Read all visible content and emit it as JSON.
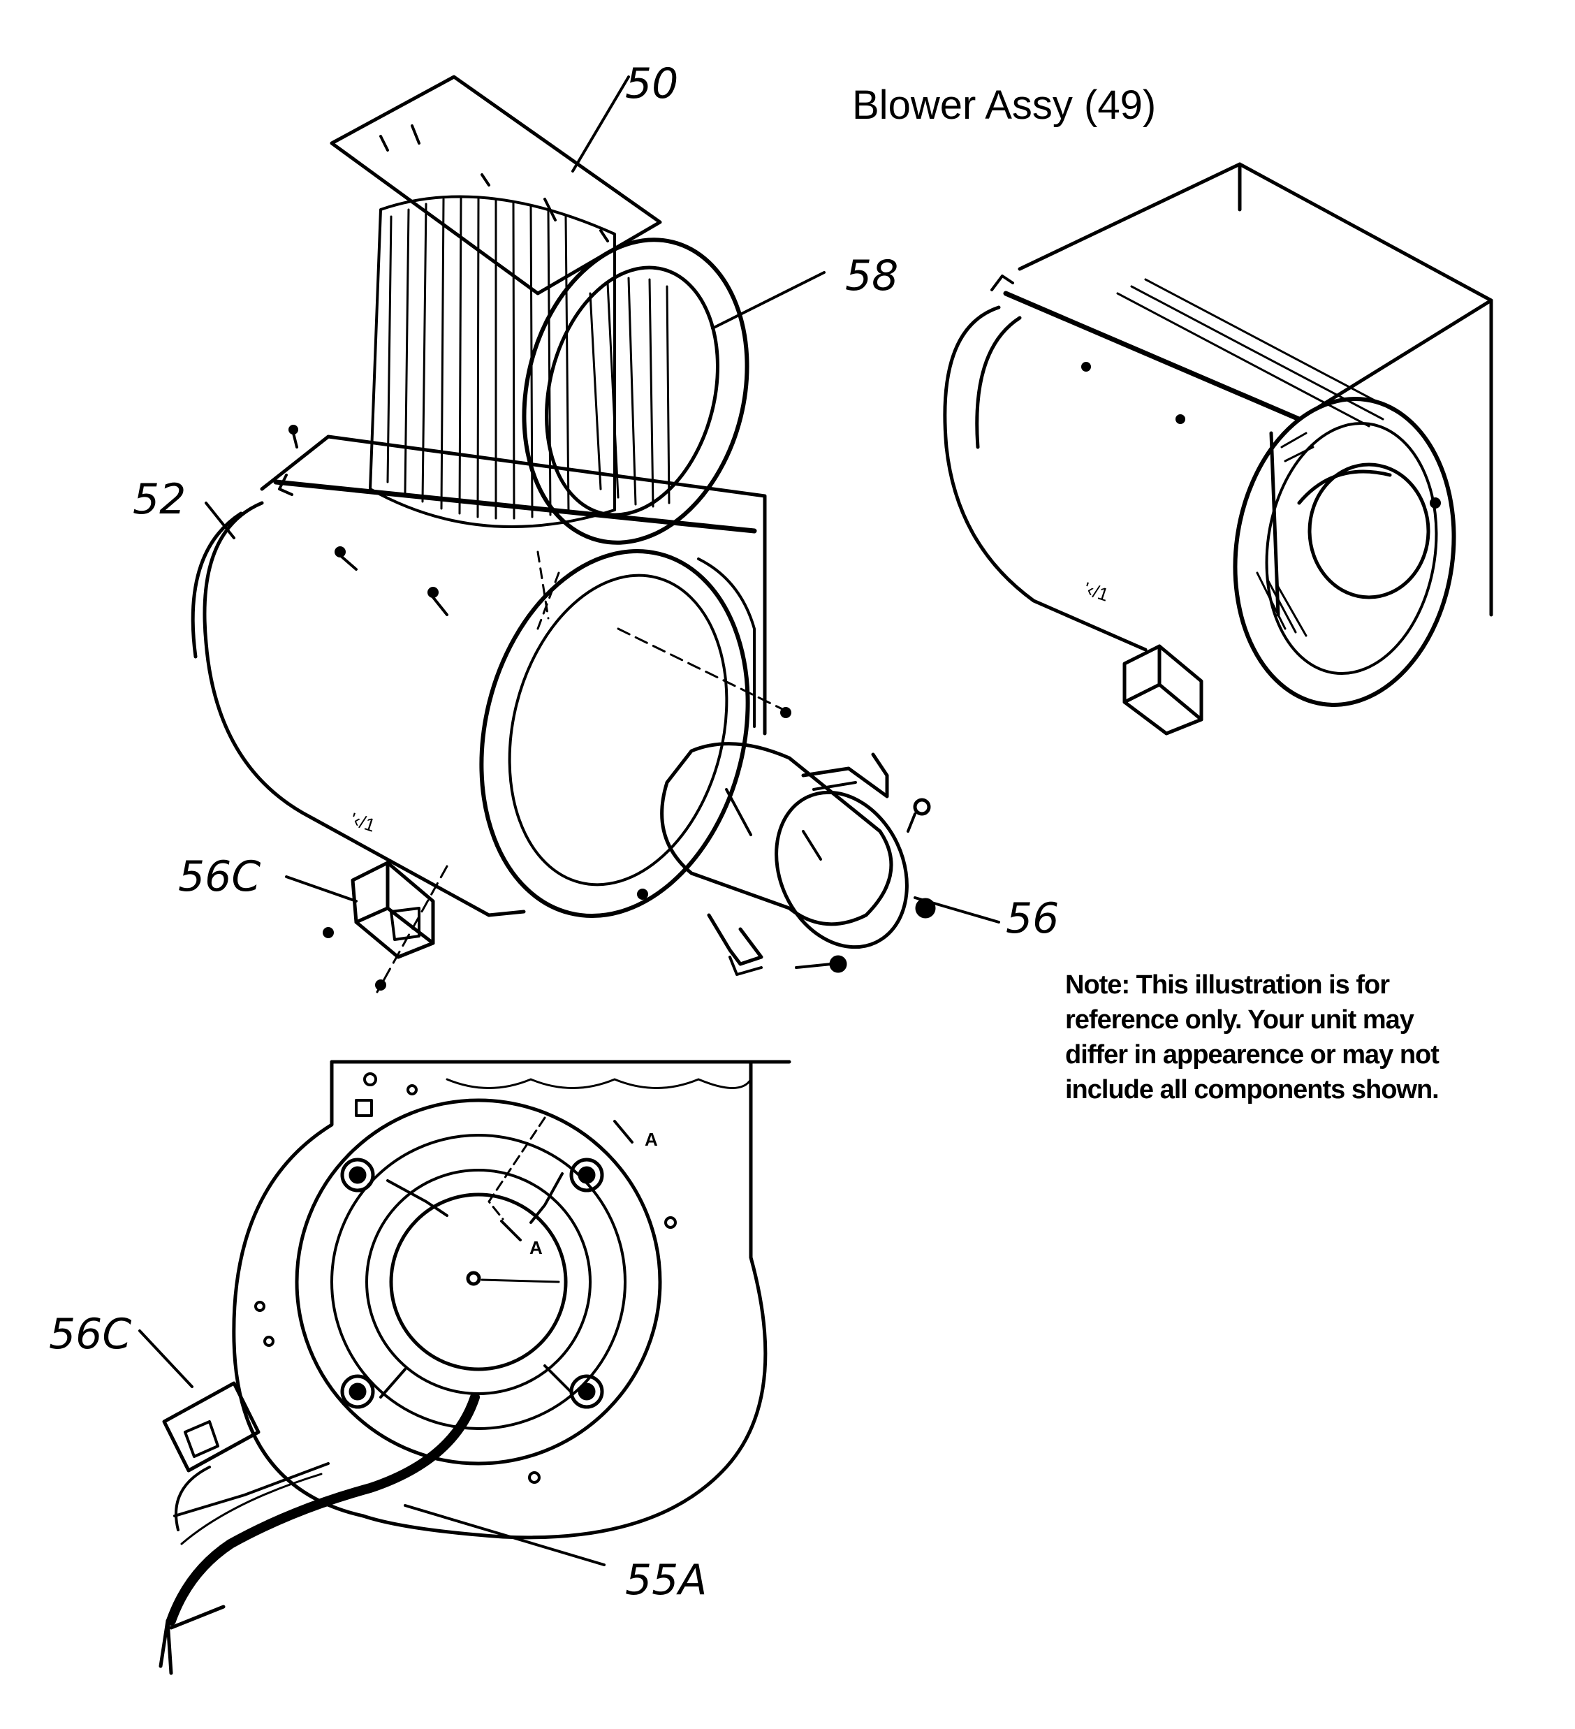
{
  "title": "Blower Assy (49)",
  "callouts": {
    "c50": "50",
    "c58": "58",
    "c52": "52",
    "c56c_top": "56C",
    "c56": "56",
    "c56c_bottom": "56C",
    "c55a": "55A"
  },
  "section_marks": {
    "a1": "A",
    "a2": "A"
  },
  "note": {
    "line1": "Note: This illustration is for",
    "line2": "reference only. Your unit may",
    "line3": "differ in appearence or may not",
    "line4": "include all components shown."
  },
  "colors": {
    "ink": "#000000",
    "paper": "#ffffff"
  }
}
